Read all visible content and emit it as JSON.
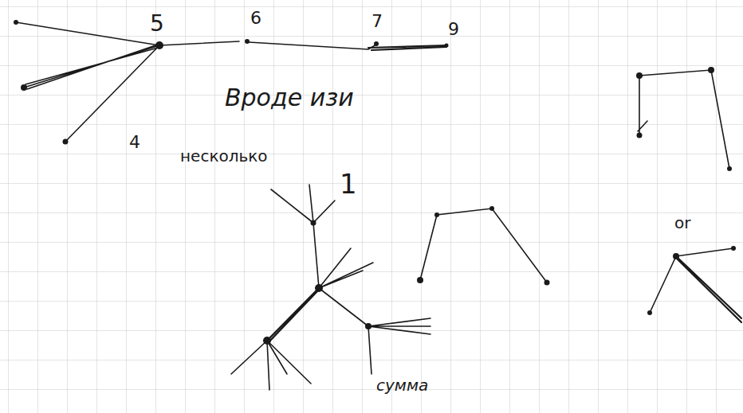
{
  "diagram": {
    "labels": [
      "5",
      "6",
      "7",
      "9",
      "4",
      "Вроде изи",
      "несколько",
      "1",
      "сумма",
      "or"
    ]
  }
}
